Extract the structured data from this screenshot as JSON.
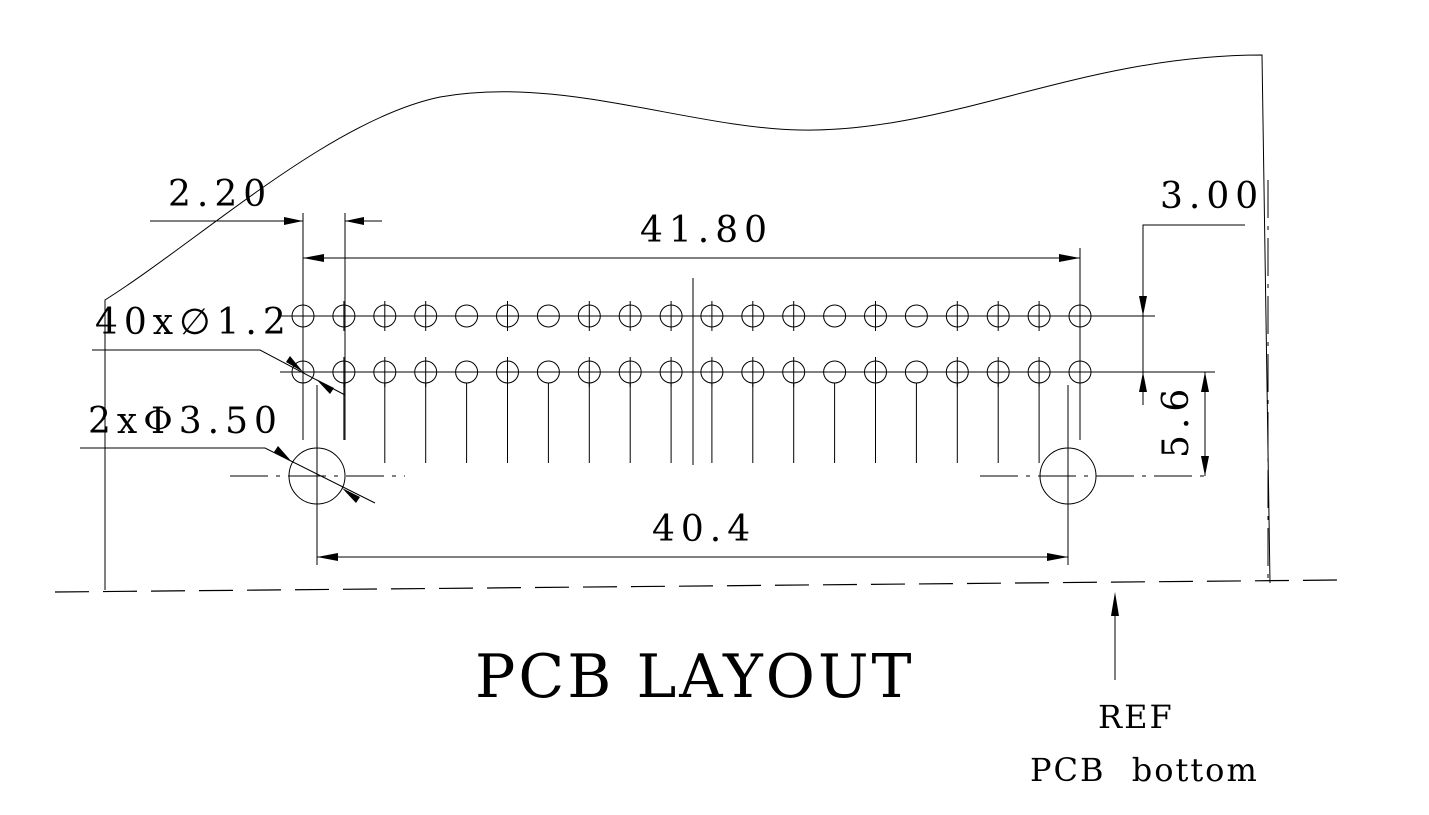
{
  "drawing": {
    "title": "PCB LAYOUT",
    "ref_line1": "REF",
    "ref_line2": "PCB bottom",
    "dimensions": {
      "pitch": "2.20",
      "pin_span": "41.80",
      "edge_offset": "3.00",
      "pin_holes": "40x∅1.2",
      "mount_holes": "2xΦ3.50",
      "row_to_mount": "5.6",
      "mount_span": "40.4"
    }
  },
  "chart_data": {
    "type": "diagram",
    "pin_hole_count": 40,
    "pin_hole_diameter": 1.2,
    "mount_hole_count": 2,
    "mount_hole_diameter": 3.5,
    "pin_pitch": 2.2,
    "pin_span": 41.8,
    "mount_span": 40.4,
    "edge_offset": 3.0,
    "row_to_mount_distance": 5.6
  }
}
